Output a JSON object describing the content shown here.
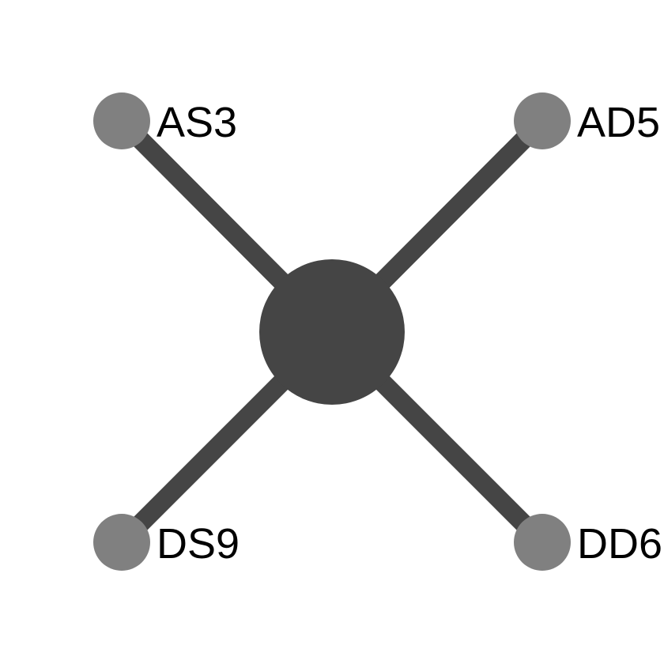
{
  "diagram": {
    "type": "star-network",
    "colors": {
      "background": "#ffffff",
      "hub": "#454545",
      "edge": "#454545",
      "leaf": "#808080",
      "label": "#000000"
    },
    "hub": {
      "label": ""
    },
    "leaves": [
      {
        "id": "AS3",
        "label": "AS3",
        "position": "top-left"
      },
      {
        "id": "AD5",
        "label": "AD5",
        "position": "top-right"
      },
      {
        "id": "DS9",
        "label": "DS9",
        "position": "bottom-left"
      },
      {
        "id": "DD6",
        "label": "DD6",
        "position": "bottom-right"
      }
    ]
  }
}
